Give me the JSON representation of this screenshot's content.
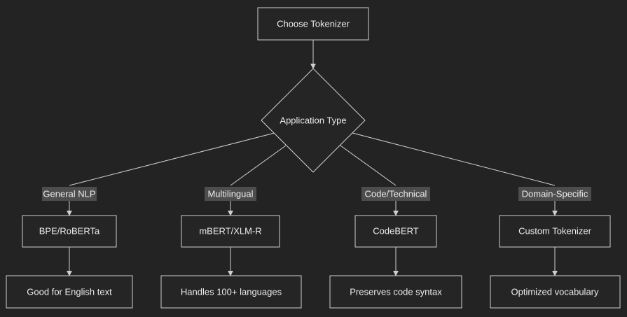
{
  "diagram": {
    "root": {
      "label": "Choose Tokenizer"
    },
    "decision": {
      "label": "Application Type"
    },
    "branches": [
      {
        "edge_label": "General NLP",
        "tokenizer": "BPE/RoBERTa",
        "outcome": "Good for English text"
      },
      {
        "edge_label": "Multilingual",
        "tokenizer": "mBERT/XLM-R",
        "outcome": "Handles 100+ languages"
      },
      {
        "edge_label": "Code/Technical",
        "tokenizer": "CodeBERT",
        "outcome": "Preserves code syntax"
      },
      {
        "edge_label": "Domain-Specific",
        "tokenizer": "Custom Tokenizer",
        "outcome": "Optimized vocabulary"
      }
    ]
  }
}
